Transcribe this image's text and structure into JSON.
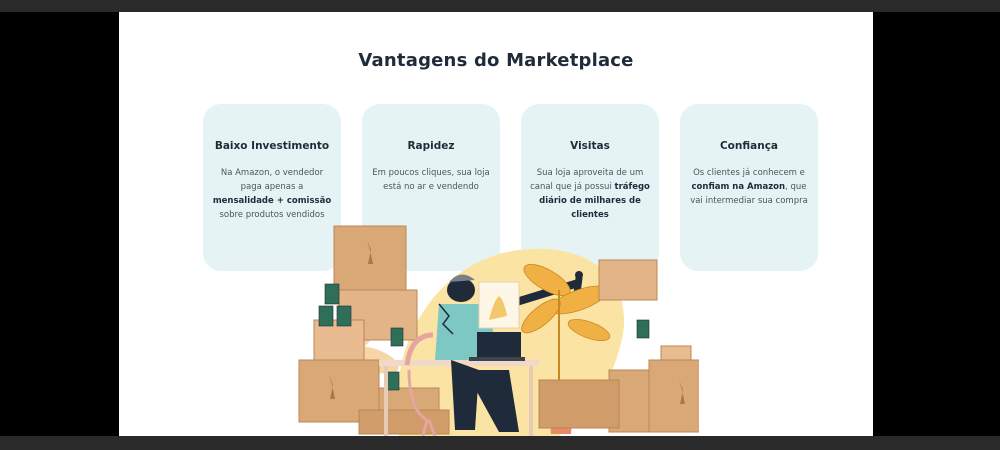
{
  "page": {
    "title": "Vantagens do Marketplace"
  },
  "cards": [
    {
      "title": "Baixo Investimento",
      "body": [
        {
          "t": "Na Amazon, o vendedor paga apenas a ",
          "b": false
        },
        {
          "t": "mensalidade + comissão",
          "b": true
        },
        {
          "t": " sobre produtos vendidos",
          "b": false
        }
      ]
    },
    {
      "title": "Rapidez",
      "body": [
        {
          "t": "Em poucos cliques, sua loja está no ar e vendendo",
          "b": false
        }
      ]
    },
    {
      "title": "Visitas",
      "body": [
        {
          "t": "Sua loja aproveita de um canal que já possui ",
          "b": false
        },
        {
          "t": "tráfego diário de milhares de clientes",
          "b": true
        }
      ]
    },
    {
      "title": "Confiança",
      "body": [
        {
          "t": "Os clientes já conhecem e ",
          "b": false
        },
        {
          "t": "confiam na Amazon",
          "b": true
        },
        {
          "t": ", que vai intermediar sua compra",
          "b": false
        }
      ]
    }
  ],
  "colors": {
    "card_bg": "#e6f3f4",
    "box_tan": "#d9a877",
    "blob_yellow": "#fbe3a4",
    "plant_orange": "#f0b043",
    "accent_teal": "#3aa3a8"
  }
}
